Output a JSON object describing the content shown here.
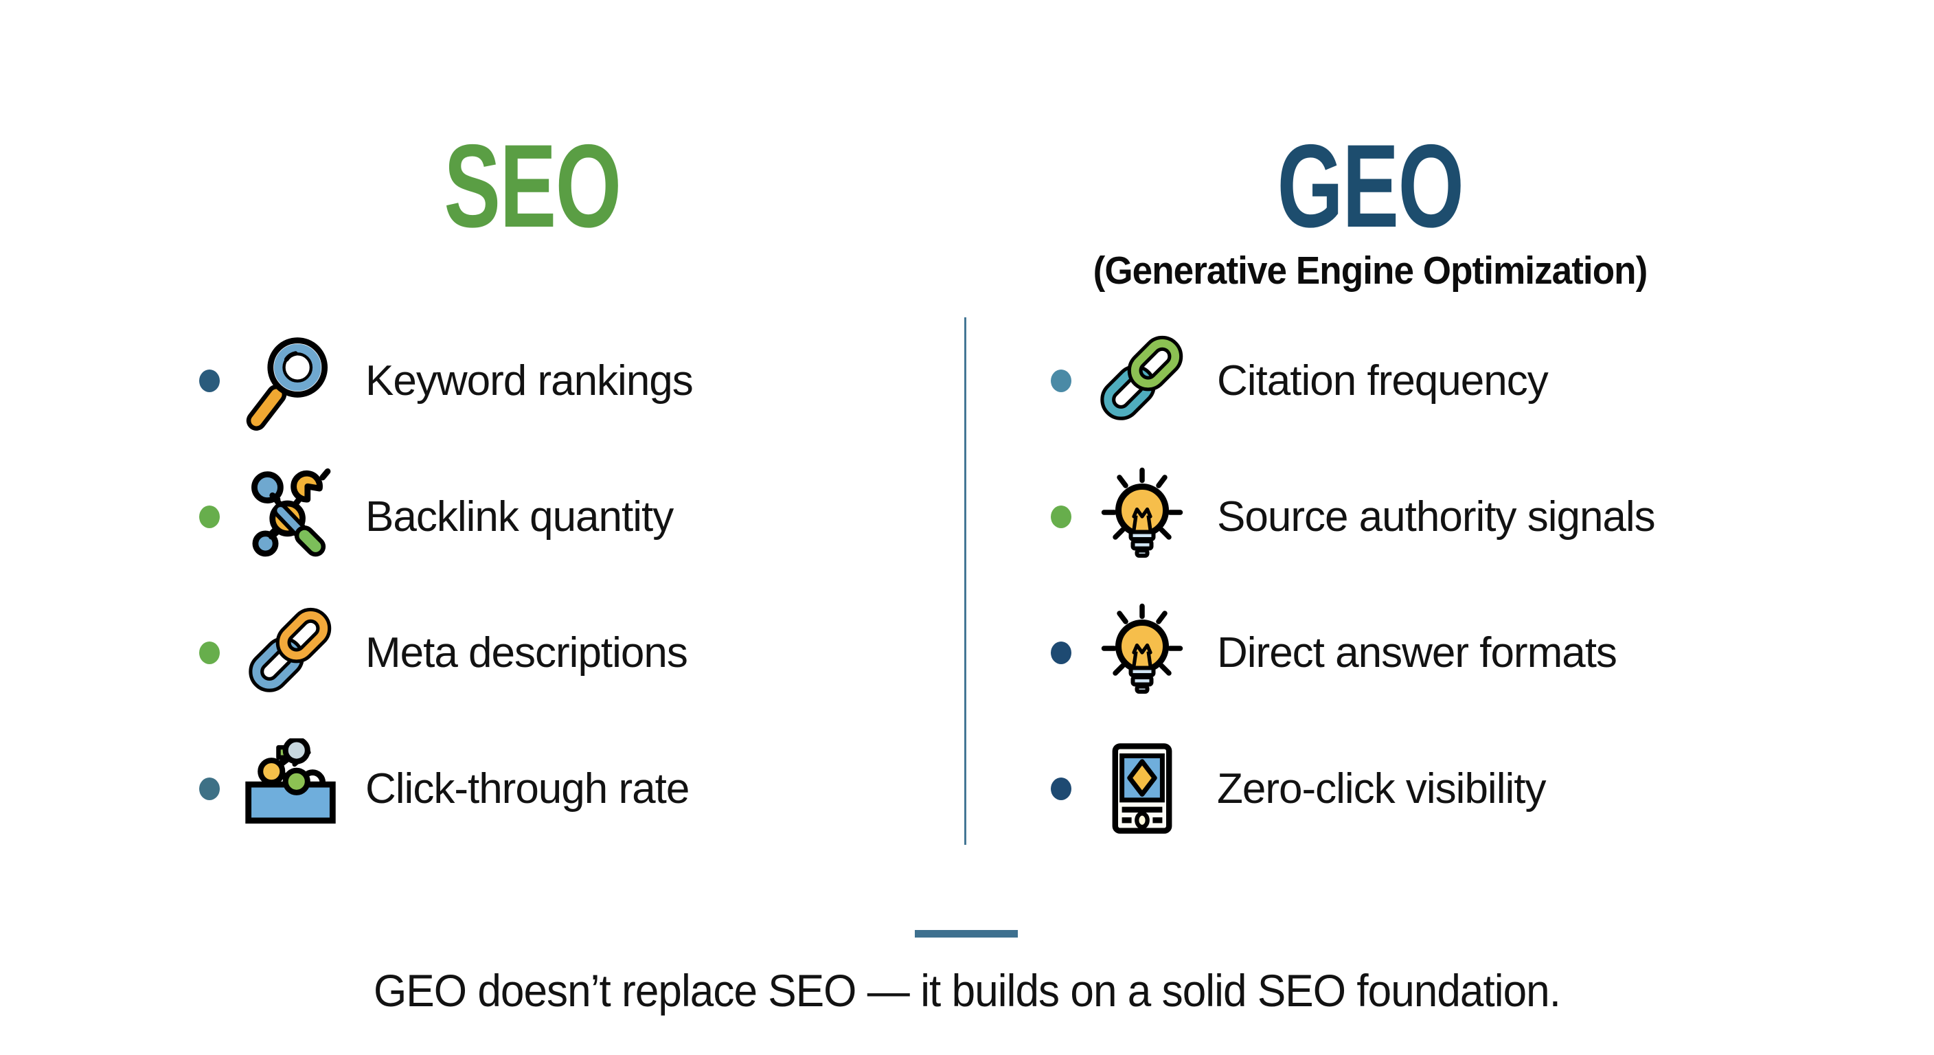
{
  "seo": {
    "title": "SEO",
    "items": [
      {
        "label": "Keyword rankings",
        "icon": "magnifier-icon",
        "bullet_color": "#2A5B7C"
      },
      {
        "label": "Backlink quantity",
        "icon": "backlink-network-icon",
        "bullet_color": "#67AE4C"
      },
      {
        "label": "Meta descriptions",
        "icon": "chain-link-icon",
        "bullet_color": "#67AE4C"
      },
      {
        "label": "Click-through rate",
        "icon": "ctr-chart-icon",
        "bullet_color": "#3E7186"
      }
    ]
  },
  "geo": {
    "title": "GEO",
    "subtitle": "(Generative Engine Optimization)",
    "items": [
      {
        "label": "Citation frequency",
        "icon": "citation-chain-icon",
        "bullet_color": "#4A8AA6"
      },
      {
        "label": "Source authority signals",
        "icon": "lightbulb-icon",
        "bullet_color": "#67AE4C"
      },
      {
        "label": "Direct answer formats",
        "icon": "lightbulb-icon",
        "bullet_color": "#1E4A72"
      },
      {
        "label": "Zero-click visibility",
        "icon": "screen-visibility-icon",
        "bullet_color": "#1E4A72"
      }
    ]
  },
  "footer": {
    "note": "GEO doesn’t replace SEO — it builds on a solid SEO foundation."
  },
  "colors": {
    "seo_title": "#5A9E44",
    "geo_title": "#1D4D6E",
    "column_divider": "#457795",
    "footer_bar": "#3E708F",
    "body_text": "#121212"
  }
}
